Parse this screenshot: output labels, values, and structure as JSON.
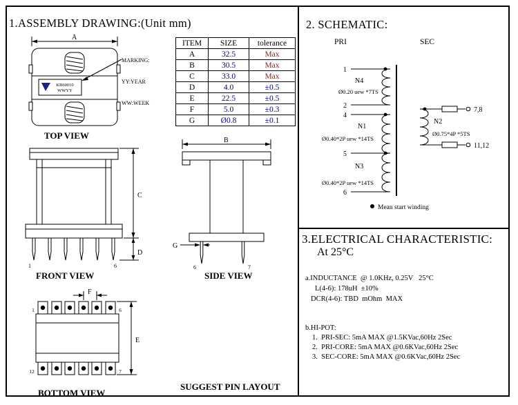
{
  "colors": {
    "line": "#000000",
    "size_value_blue": "#00008b",
    "tolerance_max_red": "#8b2020"
  },
  "assembly": {
    "title": "1.ASSEMBLY DRAWING:(Unit mm)",
    "marking_note": {
      "line1": "MARKING:",
      "line2": "YY:YEAR",
      "line3": "WW:WEEK"
    },
    "label": {
      "line1": "KB60010",
      "line2": "WWYY"
    },
    "captions": {
      "top": "TOP VIEW",
      "front": "FRONT VIEW",
      "side": "SIDE VIEW",
      "bottom": "BOTTOM VIEW",
      "pin_layout": "SUGGEST PIN LAYOUT"
    },
    "dims": {
      "A": "A",
      "B": "B",
      "C": "C",
      "D": "D",
      "E": "E",
      "F": "F",
      "G": "G"
    },
    "pins": {
      "front_first": "1",
      "front_last": "6",
      "side_left": "6",
      "side_right": "7",
      "bottom_top_left": "1",
      "bottom_top_right": "6",
      "bottom_bottom_left": "12",
      "bottom_bottom_right": "7"
    }
  },
  "table": {
    "headers": [
      "ITEM",
      "SIZE",
      "tolerance"
    ],
    "rows": [
      [
        "A",
        "32.5",
        "Max"
      ],
      [
        "B",
        "30.5",
        "Max"
      ],
      [
        "C",
        "33.0",
        "Max"
      ],
      [
        "D",
        "4.0",
        "±0.5"
      ],
      [
        "E",
        "22.5",
        "±0.5"
      ],
      [
        "F",
        "5.0",
        "±0.3"
      ],
      [
        "G",
        "Ø0.8",
        "±0.1"
      ]
    ]
  },
  "schematic": {
    "title": "2. SCHEMATIC:",
    "pri": "PRI",
    "sec": "SEC",
    "pins": {
      "p1": "1",
      "p2": "2",
      "p4": "4",
      "p5": "5",
      "p6": "6",
      "p78": "7,8",
      "p1112": "11,12"
    },
    "windings": {
      "n4": {
        "name": "N4",
        "spec": "Ø0.20 uew *7TS"
      },
      "n1": {
        "name": "N1",
        "spec": "Ø0.40*2P uew *14TS"
      },
      "n3": {
        "name": "N3",
        "spec": "Ø0.40*2P uew *14TS"
      },
      "n2": {
        "name": "N2",
        "spec": "Ø0.75*4P *5TS"
      }
    },
    "note": "Mean start winding"
  },
  "electrical": {
    "title": "3.ELECTRICAL CHARACTERISTIC:",
    "subtitle": "At 25°C",
    "inductance_header": "a.INDUCTANCE  @ 1.0KHz, 0.25V   25°C",
    "inductance_l": "L(4-6): 178uH  ±10%",
    "inductance_dcr": "DCR(4-6): TBD  mOhm  MAX",
    "hipot_header": "b.HI-POT:",
    "hipot_items": [
      "1.  PRI-SEC: 5mA MAX @1.5KVac,60Hz 2Sec",
      "2.  PRI-CORE: 5mA MAX @0.6KVac,60Hz 2Sec",
      "3.  SEC-CORE: 5mA MAX @0.6KVac,60Hz 2Sec"
    ]
  }
}
